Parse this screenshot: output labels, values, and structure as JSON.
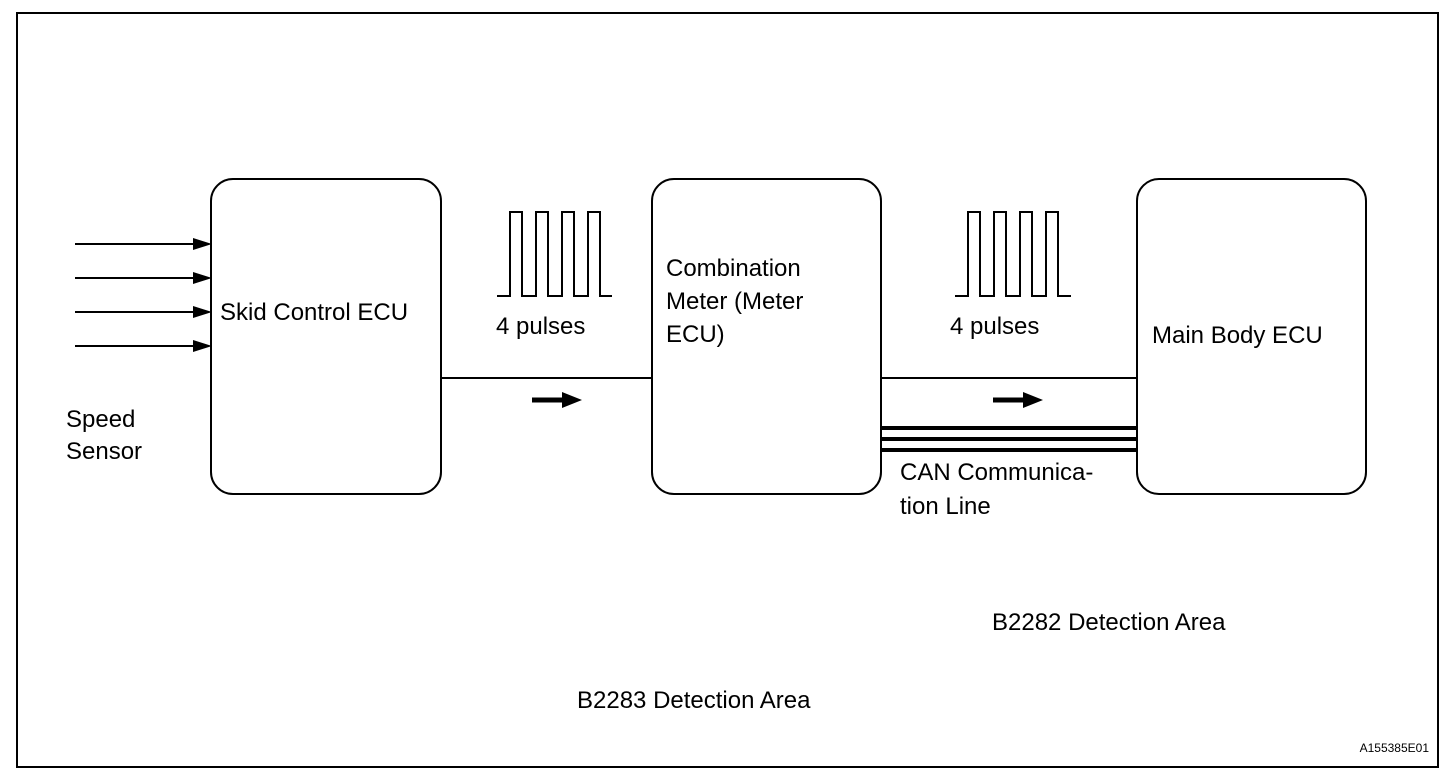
{
  "sensor": {
    "label_lines": [
      "Speed",
      "Sensor"
    ]
  },
  "nodes": {
    "skid_control_ecu": {
      "label_lines": [
        "Skid Control ECU"
      ]
    },
    "combination_meter": {
      "label_lines": [
        "Combination",
        "Meter (Meter",
        "ECU)"
      ]
    },
    "main_body_ecu": {
      "label_lines": [
        "Main Body ECU"
      ]
    }
  },
  "signals": {
    "pulse_label_1": "4 pulses",
    "pulse_label_2": "4 pulses",
    "pulse_count": 4
  },
  "can_line": {
    "label_lines": [
      "CAN Communica-",
      "tion Line"
    ]
  },
  "detection_areas": {
    "b2282": "B2282 Detection Area",
    "b2283": "B2283 Detection Area"
  },
  "figure_id": "A155385E01",
  "colors": {
    "line": "#000000",
    "background": "#ffffff"
  }
}
